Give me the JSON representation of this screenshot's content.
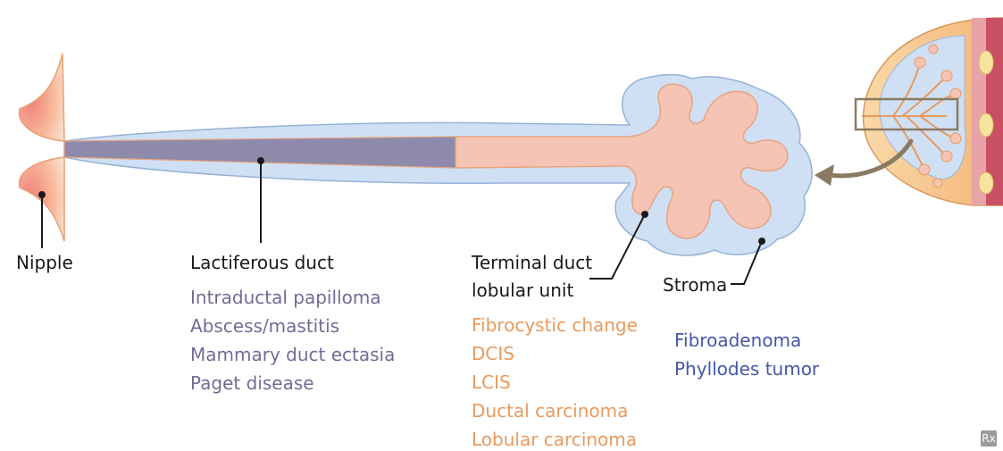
{
  "labels": {
    "nipple": "Nipple",
    "lactiferous_duct": "Lactiferous duct",
    "terminal_duct_line1": "Terminal duct",
    "terminal_duct_line2": "lobular unit",
    "stroma": "Stroma"
  },
  "lactiferous_duct_conditions": [
    "Intraductal papilloma",
    "Abscess/mastitis",
    "Mammary duct ectasia",
    "Paget disease"
  ],
  "tdlu_conditions": [
    "Fibrocystic change",
    "DCIS",
    "LCIS",
    "Ductal carcinoma",
    "Lobular carcinoma"
  ],
  "stroma_conditions": [
    "Fibroadenoma",
    "Phyllodes tumor"
  ],
  "logo_text": "Rx",
  "colors": {
    "duct_conditions": "#6f6d97",
    "tdlu_conditions": "#e79a5e",
    "stroma_conditions": "#4358a7",
    "stroma_fill": "#cfe0f4",
    "lobule_fill": "#f6c4b4",
    "duct_lumen": "#8e8aab",
    "nipple": "#f5a98c"
  }
}
